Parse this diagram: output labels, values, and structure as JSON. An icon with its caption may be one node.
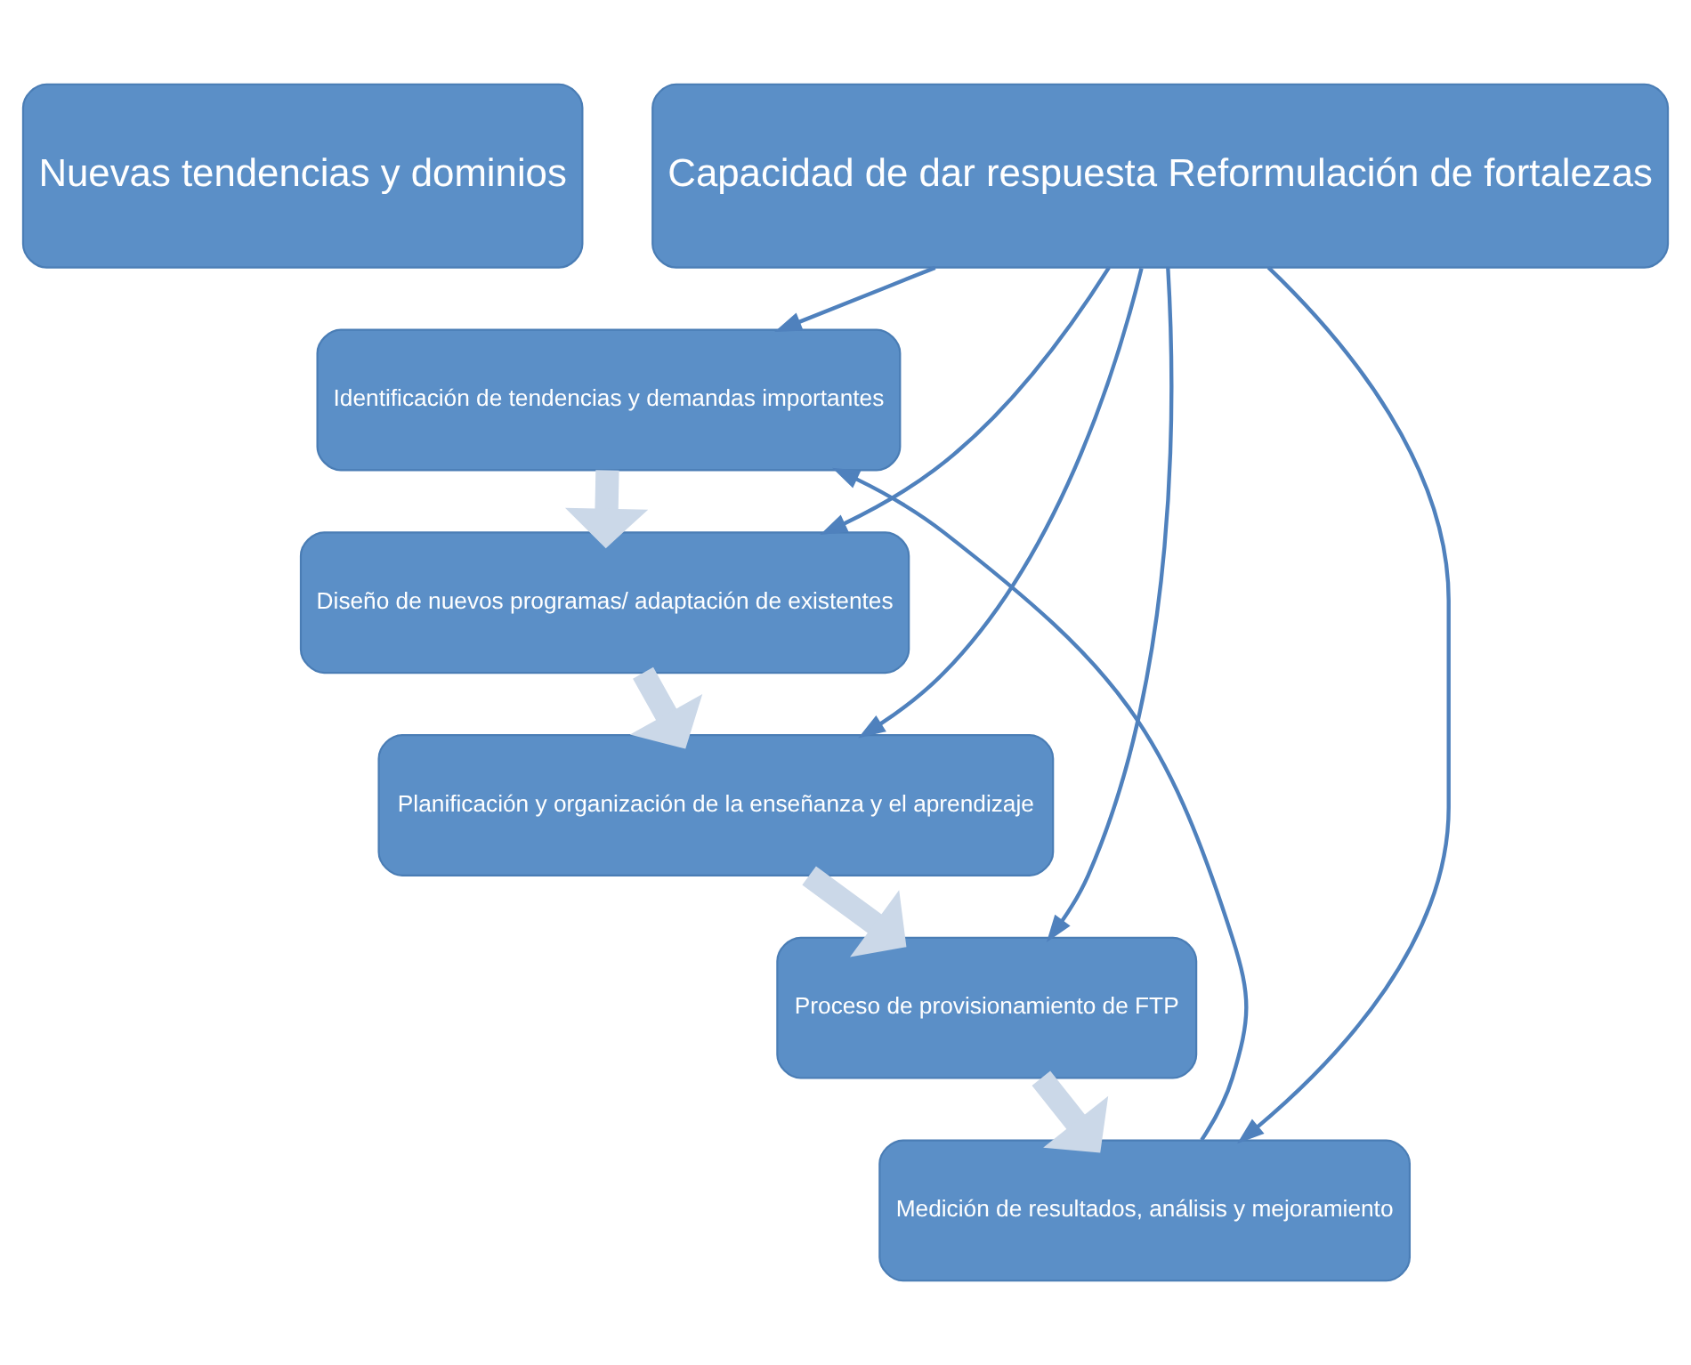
{
  "diagram": {
    "nodes": [
      {
        "text": [
          "Nuevas tendencias y dominios"
        ]
      },
      {
        "text": [
          "Capacidad de dar respuesta Reformulación de fortalezas"
        ]
      },
      {
        "text": [
          "Identificación de tendencias y demandas importantes"
        ]
      },
      {
        "text": [
          "Diseño de nuevos programas/ adaptación de existentes"
        ]
      },
      {
        "text": [
          "Planificación y organización de la enseñanza y el aprendizaje"
        ]
      },
      {
        "text": [
          "Proceso de provisionamiento de FTP"
        ]
      },
      {
        "text": [
          "Medición de resultados, análisis y mejoramiento"
        ]
      }
    ],
    "edges": [
      {
        "from": 1,
        "to": 2,
        "arrow": "to"
      },
      {
        "from": 1,
        "to": 3,
        "arrow": "to"
      },
      {
        "from": 1,
        "to": 4,
        "arrow": "to"
      },
      {
        "from": 1,
        "to": 5,
        "arrow": "to"
      },
      {
        "from": 1,
        "to": 6,
        "arrow": "to"
      },
      {
        "from": 2,
        "to": 3,
        "arrow": "to",
        "style": "thick",
        "color": "#cbd8e8"
      },
      {
        "from": 3,
        "to": 4,
        "arrow": "to",
        "style": "thick",
        "color": "#cbd8e8"
      },
      {
        "from": 4,
        "to": 5,
        "arrow": "to",
        "style": "thick",
        "color": "#cbd8e8"
      },
      {
        "from": 5,
        "to": 6,
        "arrow": "to",
        "style": "thick",
        "color": "#cbd8e8"
      },
      {
        "from": 6,
        "to": 2,
        "arrow": "to"
      }
    ]
  }
}
